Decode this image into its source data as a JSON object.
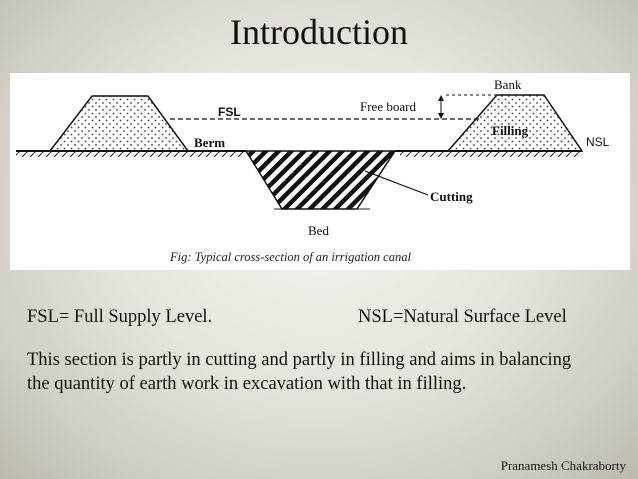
{
  "slide": {
    "title": "Introduction",
    "figure": {
      "labels": {
        "bank": "Bank",
        "fsl": "FSL",
        "free_board": "Free board",
        "filling": "Filling",
        "nsl": "NSL",
        "berm": "Berm",
        "cutting": "Cutting",
        "bed": "Bed"
      },
      "caption": "Fig: Typical cross-section of an irrigation canal"
    },
    "definitions": {
      "fsl": "FSL= Full Supply Level.",
      "nsl": "NSL=Natural Surface Level"
    },
    "body": "This section is partly in cutting and partly in filling and aims in balancing the quantity of earth work in excavation with that in filling.",
    "author": "Pranamesh Chakraborty"
  }
}
